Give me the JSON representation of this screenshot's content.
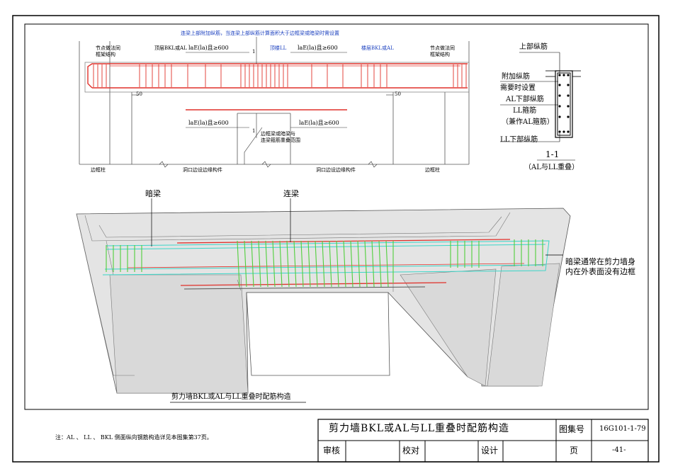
{
  "top_banner": "连梁上部附加纵筋，当连梁上部纵筋计算面积大于边框梁或暗梁时需设置",
  "elevation": {
    "node_left": [
      "节点做法同",
      "框架结构"
    ],
    "node_right": [
      "节点做法同",
      "框架结构"
    ],
    "top_bkl_al": "顶层BKL或AL",
    "floor_bkl_al": "楼层BKL或AL",
    "top_ll": "顶楼LL",
    "lae_1": "laE(la)且≥600",
    "lae_2": "laE(la)且≥600",
    "lae_3": "laE(la)且≥600",
    "lae_4": "laE(la)且≥600",
    "mark_1": "1",
    "mark_2": "1",
    "dim_50_left": "50",
    "dim_50_right": "50",
    "overlap_note": [
      "边框梁或暗梁与",
      "连梁箍筋重叠范围"
    ],
    "edge_col_left": "边框柱",
    "edge_col_right": "边框柱",
    "opening_left": "洞口边设边缘构件",
    "opening_right": "洞口边设边缘构件"
  },
  "section": {
    "top_bar": "上部纵筋",
    "extra_bar": "附加纵筋",
    "need": "需要时设置",
    "al_bottom": "AL下部纵筋",
    "ll_stirrup": "LL箍筋",
    "al_stirrup": "（兼作AL箍筋）",
    "ll_bottom": "LL下部纵筋",
    "title": "1-1",
    "subtitle": "（AL与LL重叠）"
  },
  "iso": {
    "label_anliang": "暗梁",
    "label_lianliang": "连梁",
    "note": [
      "暗梁通常在剪力墙身",
      "内在外表面没有边框"
    ],
    "caption": "剪力墙BKL或AL与LL重叠时配筋构造"
  },
  "footnote": "注：AL 、 LL 、 BKL 侧面纵向钢筋构造详见本图集第37页。",
  "title_block": {
    "title": "剪力墙BKL或AL与LL重叠时配筋构造",
    "atlas_label": "图集号",
    "atlas_no": "16G101-1-79",
    "review": "审核",
    "check": "校对",
    "design": "设计",
    "page_label": "页",
    "page_no": "-41-"
  },
  "colors": {
    "rebar_red": "#e0302a",
    "stirrup_green": "#4fcf3a",
    "al_cyan": "#3ad6c8",
    "concrete": "#e4e4e4",
    "annot_blue": "#1a3fbf"
  }
}
